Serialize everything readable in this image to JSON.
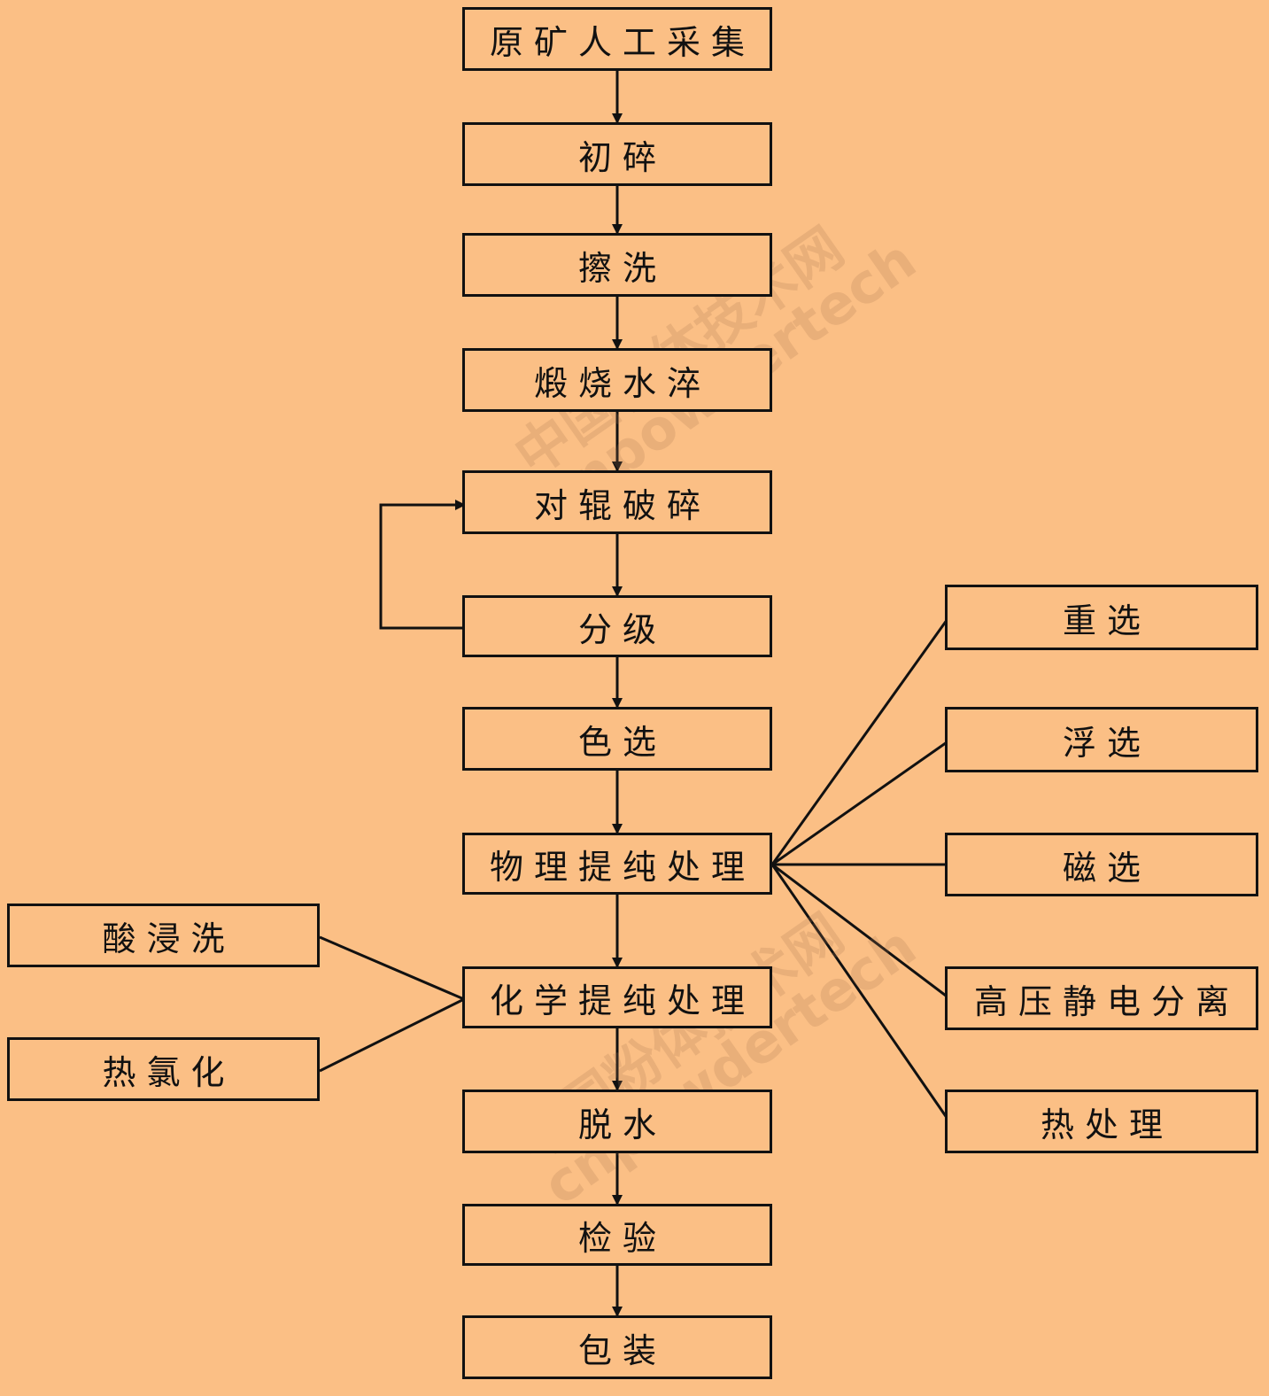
{
  "colors": {
    "background": "#FBBF85",
    "stroke": "#111111"
  },
  "main_flow": [
    "原矿人工采集",
    "初碎",
    "擦洗",
    "煅烧水淬",
    "对辊破碎",
    "分级",
    "色选",
    "物理提纯处理",
    "化学提纯处理",
    "脱水",
    "检验",
    "包装"
  ],
  "physical_methods": [
    "重选",
    "浮选",
    "磁选",
    "高压静电分离",
    "热处理"
  ],
  "chemical_methods": [
    "酸浸洗",
    "热氯化"
  ],
  "watermark": {
    "cn": "中国粉体技术网",
    "en": "cnpowdertech"
  }
}
